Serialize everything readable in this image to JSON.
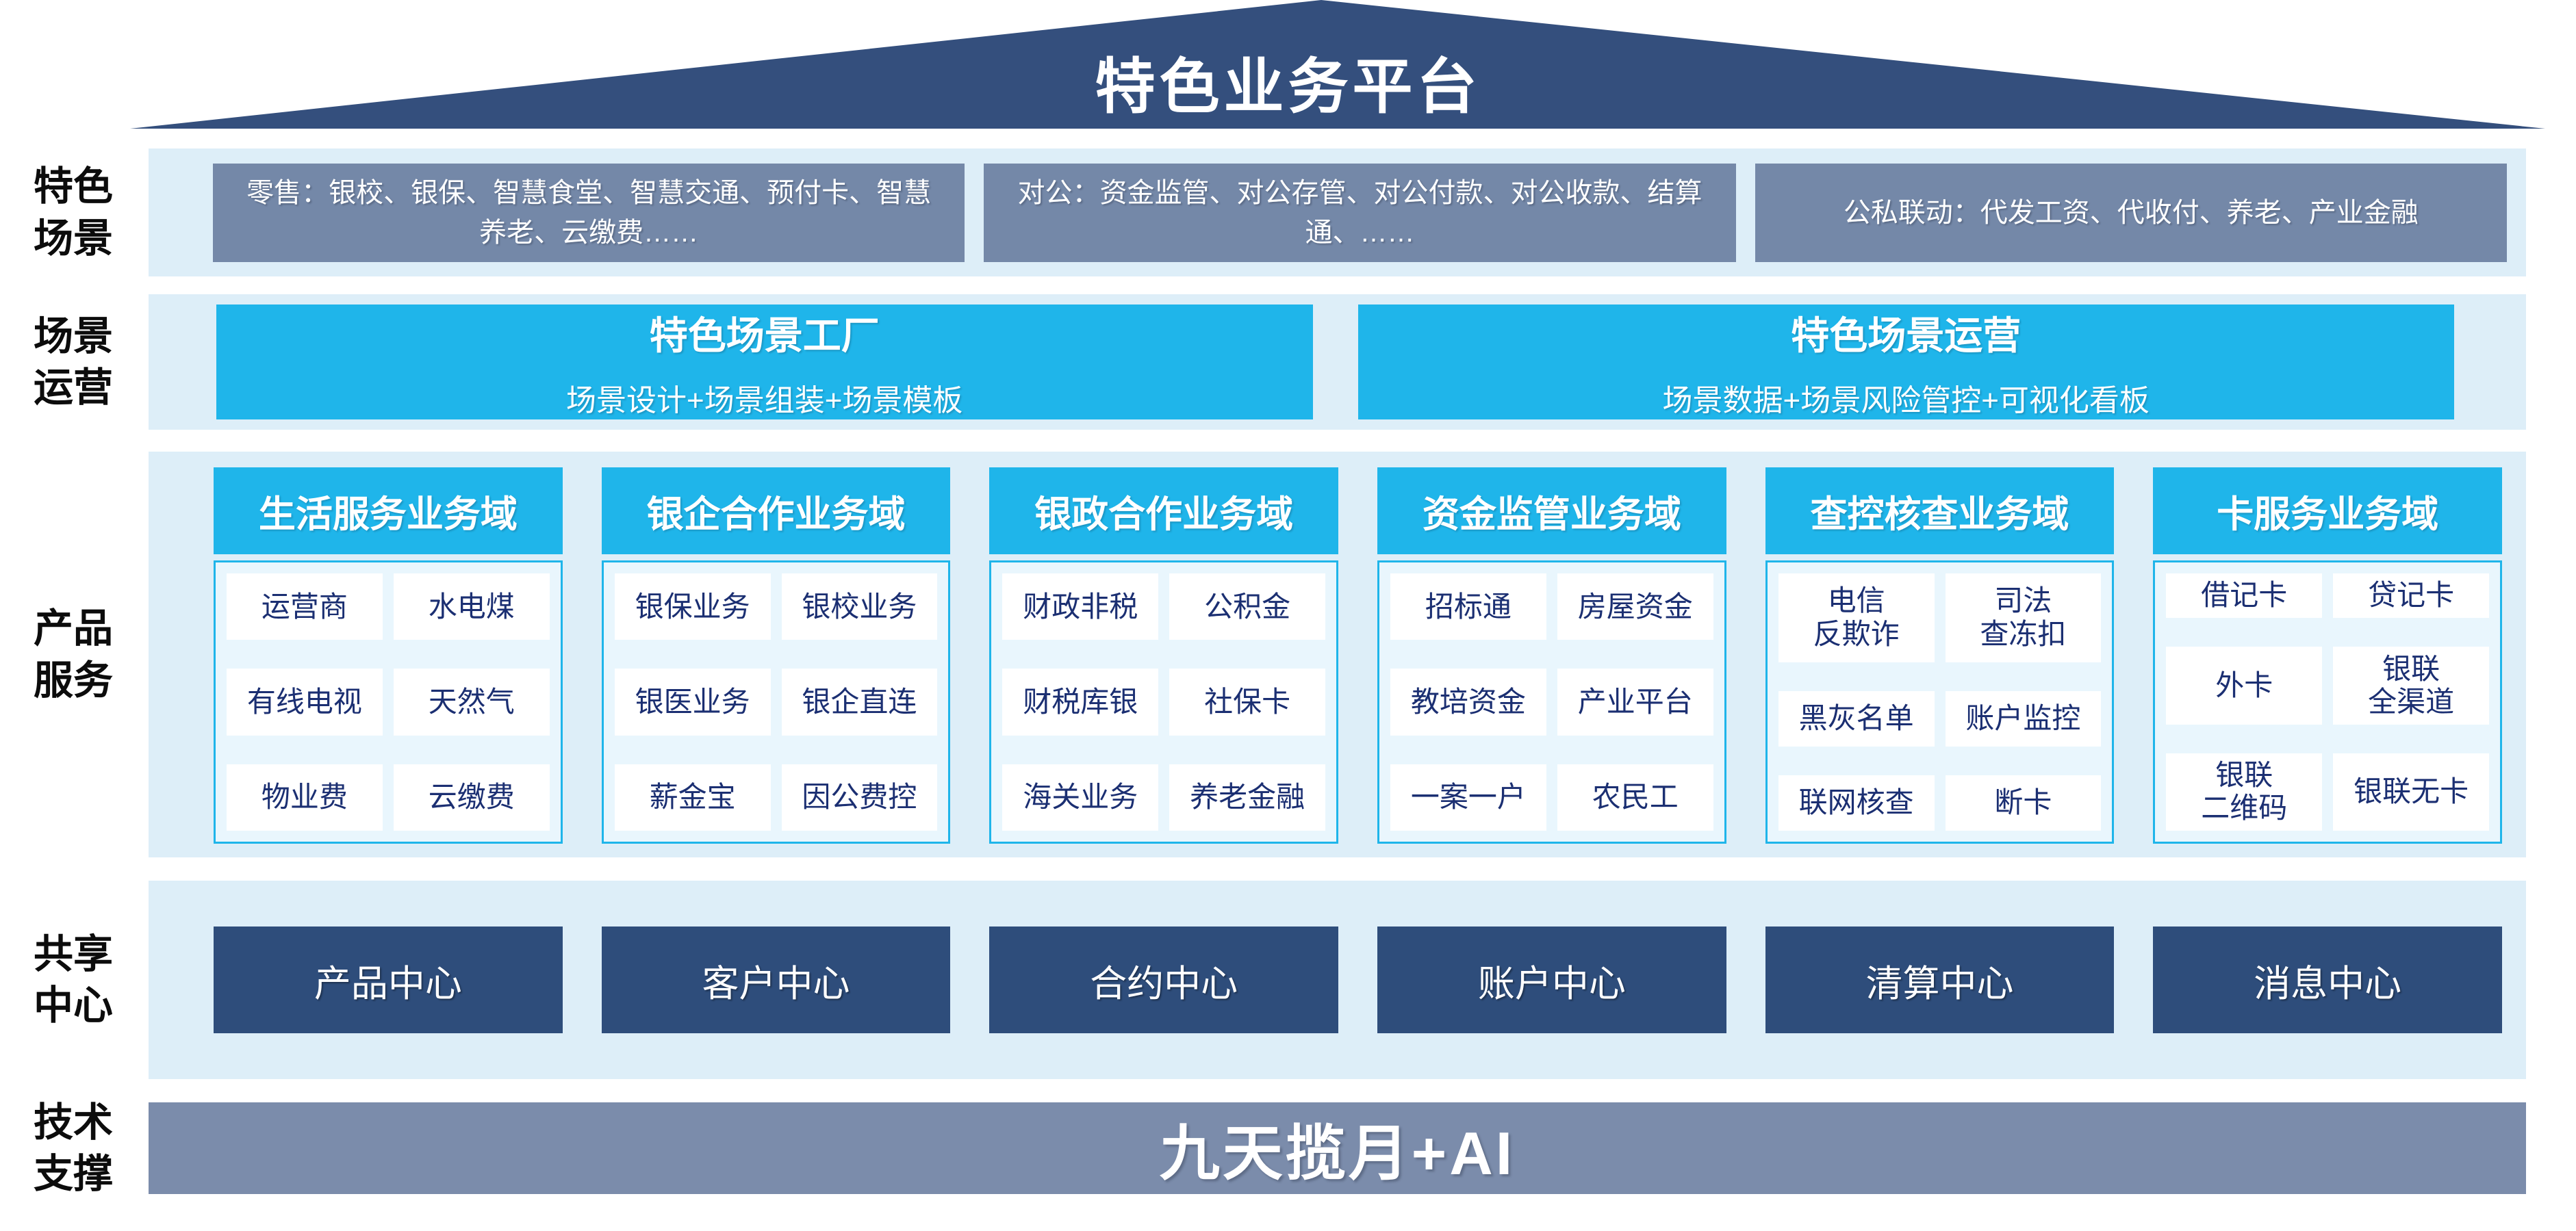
{
  "title": "特色业务平台",
  "colors": {
    "navy": "#344f7d",
    "navy_box": "#2e4d7b",
    "slate": "#7488a8",
    "steel": "#7b8cab",
    "cyan": "#1fb5ea",
    "band_bg": "#ddeef8",
    "body_bg": "#e9f6fd",
    "cell_text": "#1b2f72"
  },
  "rows": {
    "scenes": {
      "label": "特色\n场景",
      "boxes": [
        "零售：银校、银保、智慧食堂、智慧交通、预付卡、智慧养老、云缴费……",
        "对公：资金监管、对公存管、对公付款、对公收款、结算通、……",
        "公私联动：代发工资、代收付、养老、产业金融"
      ]
    },
    "operation": {
      "label": "场景\n运营",
      "boxes": [
        {
          "title": "特色场景工厂",
          "subtitle": "场景设计+场景组装+场景模板"
        },
        {
          "title": "特色场景运营",
          "subtitle": "场景数据+场景风险管控+可视化看板"
        }
      ]
    },
    "products": {
      "label": "产品\n服务",
      "columns": [
        {
          "header": "生活服务业务域",
          "cells": [
            "运营商",
            "水电煤",
            "有线电视",
            "天然气",
            "物业费",
            "云缴费"
          ]
        },
        {
          "header": "银企合作业务域",
          "cells": [
            "银保业务",
            "银校业务",
            "银医业务",
            "银企直连",
            "薪金宝",
            "因公费控"
          ]
        },
        {
          "header": "银政合作业务域",
          "cells": [
            "财政非税",
            "公积金",
            "财税库银",
            "社保卡",
            "海关业务",
            "养老金融"
          ]
        },
        {
          "header": "资金监管业务域",
          "cells": [
            "招标通",
            "房屋资金",
            "教培资金",
            "产业平台",
            "一案一户",
            "农民工"
          ]
        },
        {
          "header": "查控核查业务域",
          "cells": [
            "电信\n反欺诈",
            "司法\n查冻扣",
            "黑灰名单",
            "账户监控",
            "联网核查",
            "断卡"
          ]
        },
        {
          "header": "卡服务业务域",
          "cells": [
            "借记卡",
            "贷记卡",
            "外卡",
            "银联\n全渠道",
            "银联\n二维码",
            "银联无卡"
          ]
        }
      ]
    },
    "shared": {
      "label": "共享\n中心",
      "centers": [
        "产品中心",
        "客户中心",
        "合约中心",
        "账户中心",
        "清算中心",
        "消息中心"
      ]
    },
    "tech": {
      "label": "技术\n支撑",
      "bar": "九天揽月+AI"
    }
  }
}
